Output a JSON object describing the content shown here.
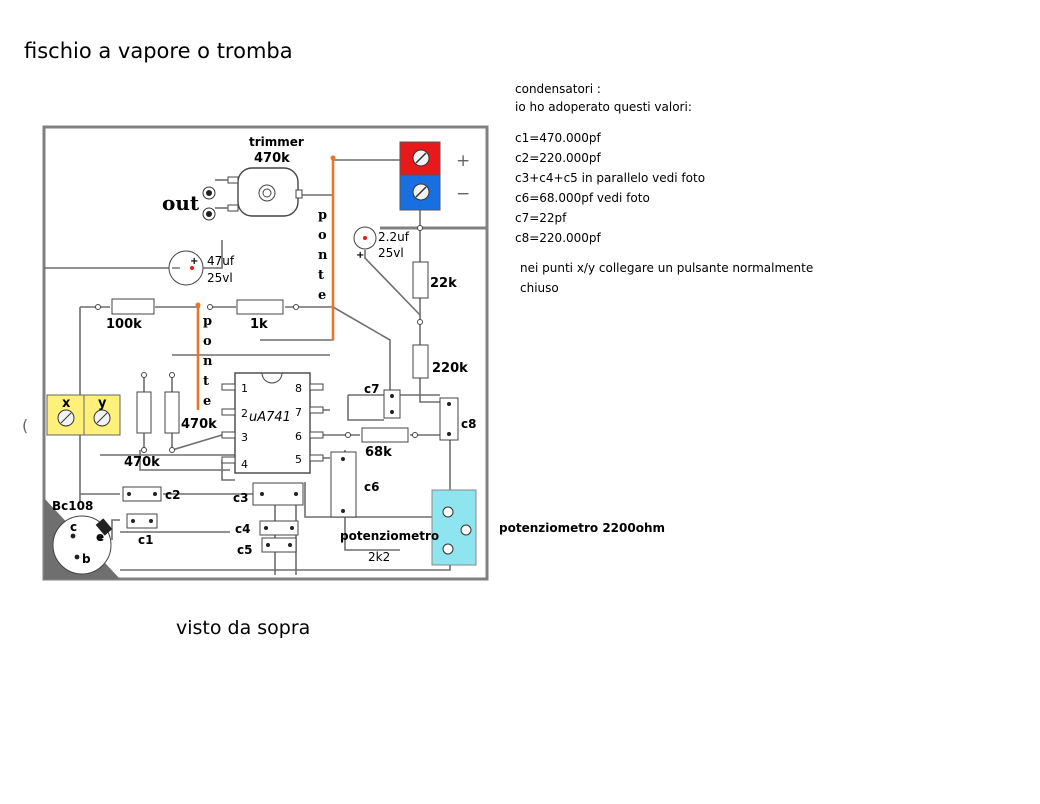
{
  "title": "fischio a vapore o tromba",
  "view_label": "visto da sopra",
  "notes": {
    "header1": "condensatori :",
    "header2": "io ho adoperato questi valori:",
    "values": [
      "c1=470.000pf",
      "c2=220.000pf",
      "c3+c4+c5 in parallelo  vedi foto",
      "c6=68.000pf  vedi foto",
      "c7=22pf",
      "c8=220.000pf"
    ],
    "instruction1": "nei punti x/y collegare un pulsante normalmente",
    "instruction2": "chiuso",
    "pot_note": "potenziometro 2200ohm"
  },
  "labels": {
    "trimmer": "trimmer",
    "trimmer_value": "470k",
    "out": "out",
    "plus": "+",
    "minus": "−",
    "cap_2u2": "2.2uf",
    "cap_2u2_v": "25vl",
    "cap_47u": "47uf",
    "cap_47u_v": "25vl",
    "ponte": [
      "p",
      "o",
      "n",
      "t",
      "e"
    ],
    "r_100k": "100k",
    "r_1k": "1k",
    "r_22k": "22k",
    "r_220k": "220k",
    "r_470k_a": "470k",
    "r_470k_b": "470k",
    "r_68k": "68k",
    "chip": "uA741",
    "pins_left": [
      "1",
      "2",
      "3",
      "4"
    ],
    "pins_right": [
      "8",
      "7",
      "6",
      "5"
    ],
    "x": "x",
    "y": "y",
    "transistor": "Bc108",
    "t_c": "c",
    "t_e": "e",
    "t_b": "b",
    "c1": "c1",
    "c2": "c2",
    "c3": "c3",
    "c4": "c4",
    "c5": "c5",
    "c6": "c6",
    "c7": "c7",
    "c8": "c8",
    "pot": "potenziometro",
    "pot_value": "2k2",
    "left_mark": "("
  },
  "colors": {
    "board_border": "#808080",
    "wire": "#6f6f6f",
    "bridge": "#e8762b",
    "terminal_red": "#e8191b",
    "terminal_blue": "#1a6fe0",
    "pad_yellow": "#fff07a",
    "pot_cyan": "#8fe5ef"
  }
}
